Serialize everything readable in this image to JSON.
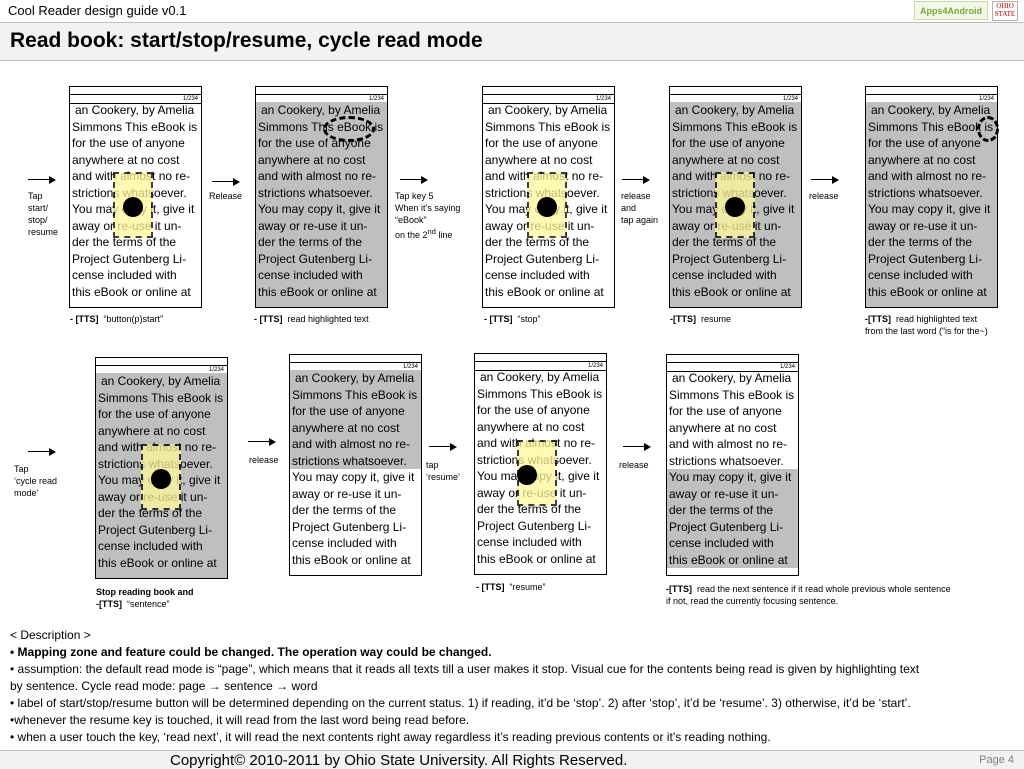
{
  "header": {
    "doc_title": "Cool Reader design guide v0.1",
    "slide_title": "Read book: start/stop/resume, cycle read mode",
    "logo_apps": "Apps4Android",
    "logo_osu": "OHIO STATE"
  },
  "page_text": {
    "page_number": "1/234",
    "lines": [
      "an Cookery, by Amelia",
      "Simmons This eBook is",
      "for the use of anyone",
      "anywhere at no cost",
      "and with almost no re-",
      "strictions whatsoever.",
      "You may copy it, give it",
      "away or re-use it un-",
      "der the terms of the",
      "Project Gutenberg Li-",
      "cense included with",
      "this eBook or online at"
    ]
  },
  "frames": [
    {
      "id": "s1",
      "highlight": "none"
    },
    {
      "id": "s2",
      "highlight": "full"
    },
    {
      "id": "s3",
      "highlight": "none"
    },
    {
      "id": "s4",
      "highlight": "full"
    },
    {
      "id": "s5",
      "highlight": "full"
    },
    {
      "id": "s6",
      "highlight": "full"
    },
    {
      "id": "s7",
      "highlight": "first6"
    },
    {
      "id": "s8",
      "highlight": "none"
    },
    {
      "id": "s9",
      "highlight": "last6"
    }
  ],
  "actions": {
    "a1": [
      "Tap",
      "start/",
      "stop/",
      "resume"
    ],
    "a2": [
      "Release"
    ],
    "a3": [
      "Tap key 5",
      "When it’s saying",
      "“eBook”",
      "on the 2",
      "nd",
      " line"
    ],
    "a4": [
      "release",
      "and",
      "tap again"
    ],
    "a5": [
      "release"
    ],
    "a6": [
      "Tap",
      "‘cycle read",
      "mode’"
    ],
    "a7": [
      "release"
    ],
    "a8": [
      "tap",
      "‘resume’"
    ],
    "a9": [
      "release"
    ]
  },
  "captions": {
    "c1_tag": "- [TTS]",
    "c1_text": "“button(p)start”",
    "c2_tag": "- [TTS]",
    "c2_text": "read highlighted text",
    "c3_tag": "- [TTS]",
    "c3_text": "“stop”",
    "c4_tag": "-[TTS]",
    "c4_text": "resume",
    "c5_tag": "-[TTS]",
    "c5_text": "read highlighted text",
    "c5_line2": "from the last word (“is for the~)",
    "c6_bold": "Stop reading book and",
    "c6_tag": "-[TTS]",
    "c6_text": "“sentence”",
    "c7_tag": "- [TTS]",
    "c7_text": "“resume”",
    "c8_tag": "-[TTS]",
    "c8_text": "read the next sentence if it read whole previous whole sentence",
    "c8_line2": "if not, read the currently focusing sentence."
  },
  "description": {
    "heading": "< Description >",
    "bullets": [
      {
        "bold": true,
        "text": "• Mapping zone and feature could be changed. The operation way could be changed."
      },
      {
        "bold": false,
        "text": "• assumption: the default read mode is “page”, which means that it reads all texts till a user makes it stop. Visual cue for the contents being read is given by highlighting text"
      },
      {
        "bold": false,
        "text": "by sentence.  Cycle read mode: page → sentence → word"
      },
      {
        "bold": false,
        "text": "• label of start/stop/resume button will be determined depending on the current status. 1) if reading, it’d be ‘stop’. 2) after ‘stop’, it’d be ‘resume’. 3) otherwise, it’d be ‘start’."
      },
      {
        "bold": false,
        "text": "•whenever the resume key is touched, it will read from the last word being read before."
      },
      {
        "bold": false,
        "text": "• when a user touch the key, ‘read next’, it will read the next contents right away regardless it’s reading previous contents or it’s reading nothing."
      }
    ]
  },
  "footer": {
    "copyright": "Copyright© 2010-2011 by Ohio State University. All Rights Reserved.",
    "page": "Page 4"
  }
}
